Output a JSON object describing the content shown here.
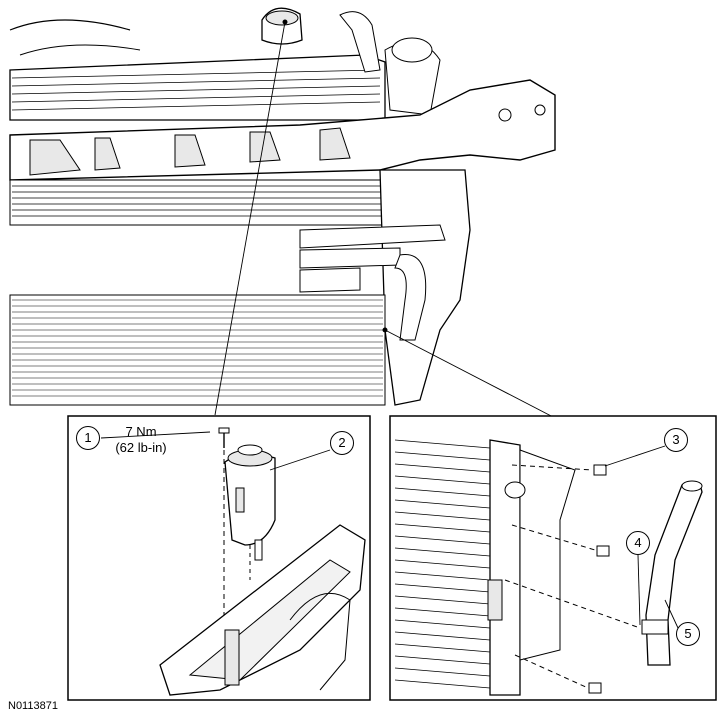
{
  "figure_id": "N0113871",
  "callouts": [
    "1",
    "2",
    "3",
    "4",
    "5"
  ],
  "torque": {
    "metric": "7 Nm",
    "imperial": "(62 lb-in)"
  },
  "colors": {
    "line": "#000000",
    "background": "#ffffff",
    "shade": "#dcdcdc"
  }
}
